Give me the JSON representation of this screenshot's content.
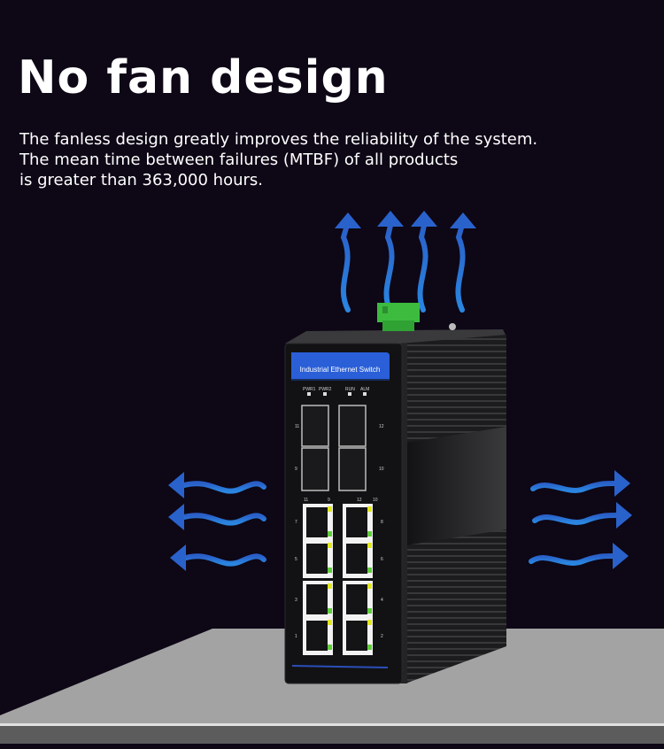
{
  "headline": "No fan design",
  "description": {
    "lines": [
      "The fanless design greatly improves the reliability of the system.",
      "The mean time between failures (MTBF) of all products",
      "is greater than 363,000 hours."
    ]
  },
  "product": {
    "label": "Industrial Ethernet Switch",
    "leds": {
      "power": [
        "PWR1",
        "PWR2"
      ],
      "status": [
        "RUN",
        "ALM"
      ]
    },
    "sfp_ports": {
      "left": [
        "11",
        "9"
      ],
      "right": [
        "12",
        "10"
      ]
    },
    "sfp_led_labels": [
      "11",
      "9",
      "12",
      "10"
    ],
    "rj45_ports": {
      "left": [
        "7",
        "5",
        "3",
        "1"
      ],
      "right": [
        "8",
        "6",
        "4",
        "2"
      ]
    }
  },
  "airflow": {
    "up_arrows": 4,
    "left_arrows": 3,
    "right_arrows": 3,
    "arrow_color": "#2f7fd6"
  },
  "colors": {
    "background": "#0e0716",
    "label_blue": "#2a5fd8",
    "terminal_green": "#3dbb3f",
    "shelf_top": "#a3a3a3",
    "shelf_edge": "#5a5a5a"
  }
}
